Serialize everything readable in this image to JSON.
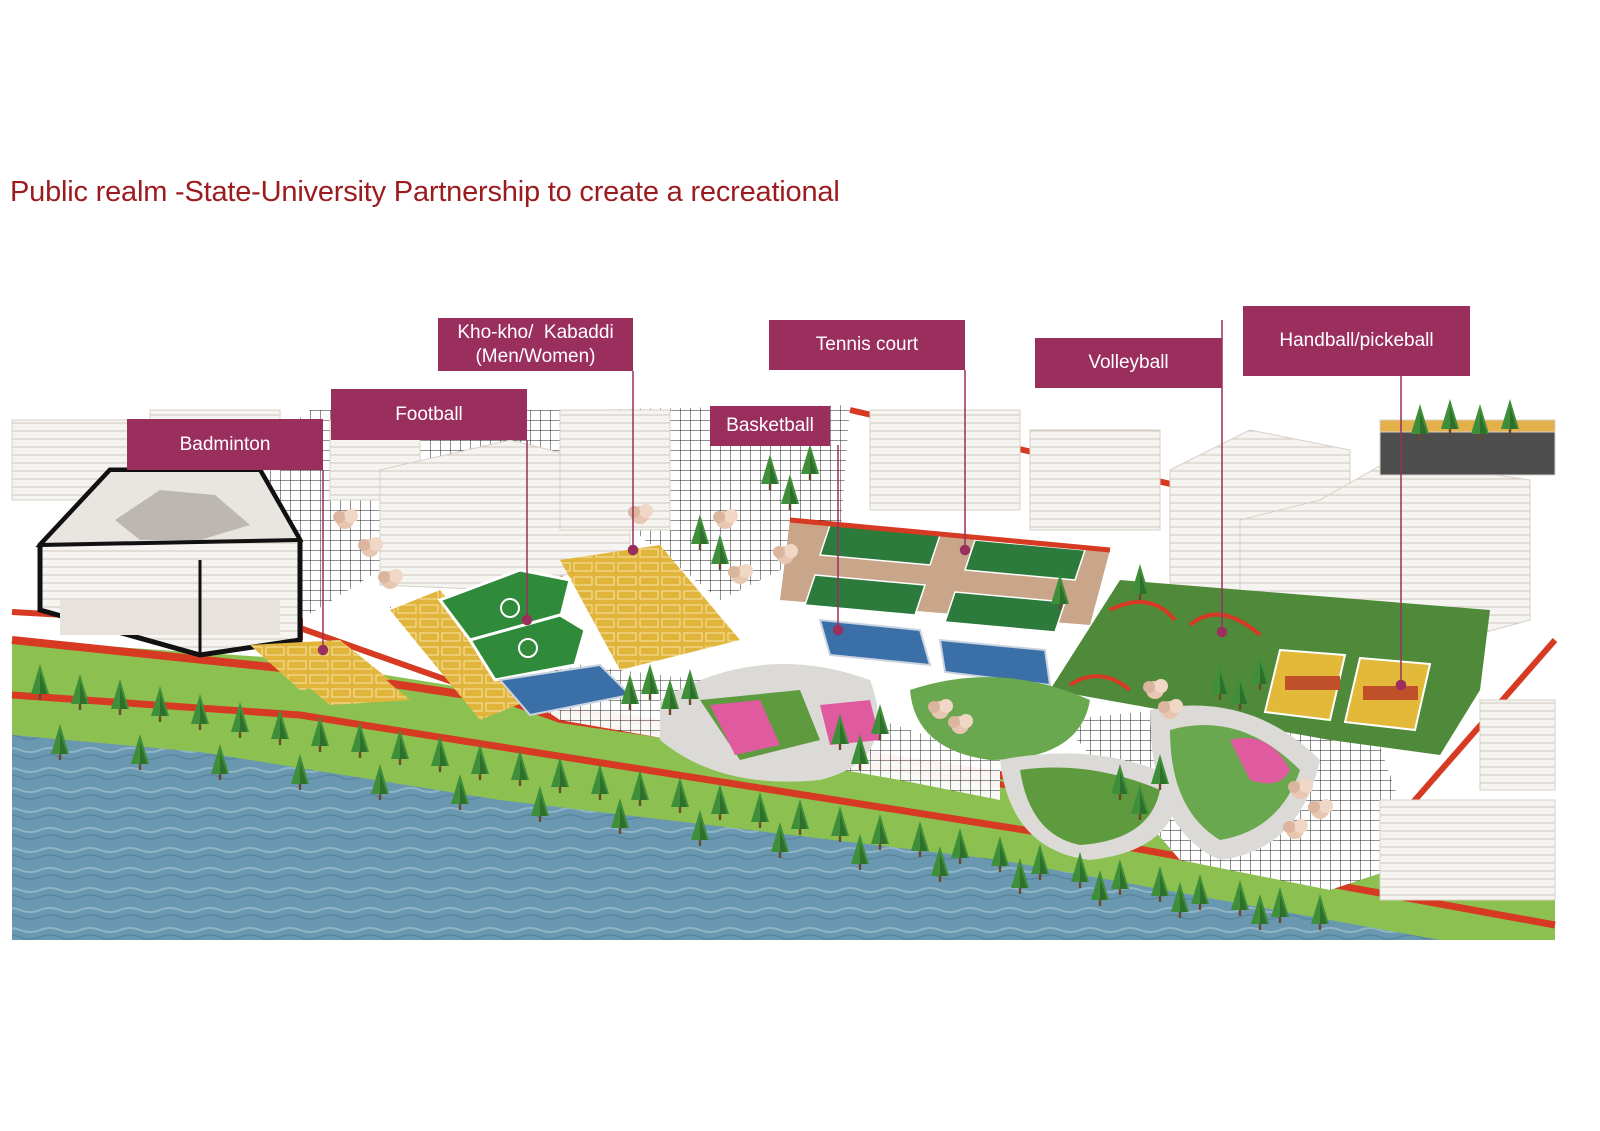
{
  "title": "Public realm -State-University Partnership to create a recreational",
  "labels": {
    "badminton": "Badminton",
    "football": "Football",
    "khokho_line1": "Kho-kho/  Kabaddi",
    "khokho_line2": "(Men/Women)",
    "basketball": "Basketball",
    "tennis": "Tennis court",
    "volleyball": "Volleyball",
    "handball": "Handball/pickeball"
  },
  "colors": {
    "title": "#9b1b1f",
    "callout_bg": "#9a2f5e",
    "callout_text": "#ffffff",
    "leader_line": "#9a2f5e",
    "river": "#5f8fa8",
    "green_bank": "#8cc152",
    "red_path": "#d63a22",
    "court_yellow": "#e3b93a",
    "court_green": "#2f7d3a",
    "tennis_base": "#c9a58a",
    "building": "#f4f2ef"
  }
}
